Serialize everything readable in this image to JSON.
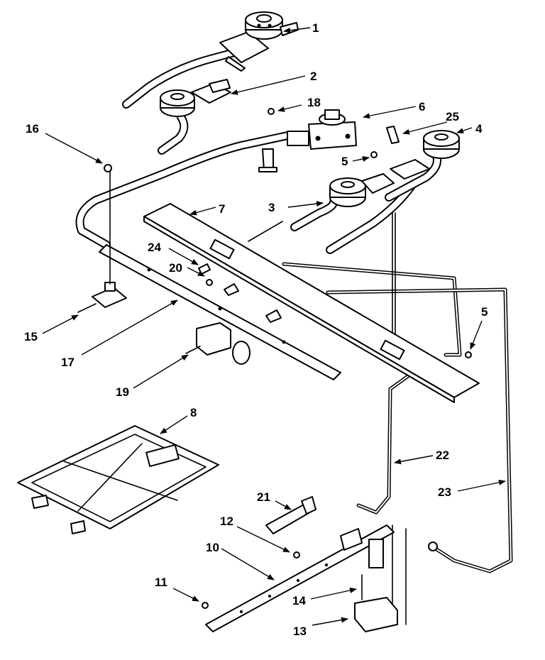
{
  "callouts": [
    {
      "id": "c1",
      "text": "1"
    },
    {
      "id": "c2",
      "text": "2"
    },
    {
      "id": "c3",
      "text": "3"
    },
    {
      "id": "c4",
      "text": "4"
    },
    {
      "id": "c5a",
      "text": "5"
    },
    {
      "id": "c5b",
      "text": "5"
    },
    {
      "id": "c6",
      "text": "6"
    },
    {
      "id": "c7",
      "text": "7"
    },
    {
      "id": "c8",
      "text": "8"
    },
    {
      "id": "c10",
      "text": "10"
    },
    {
      "id": "c11",
      "text": "11"
    },
    {
      "id": "c12",
      "text": "12"
    },
    {
      "id": "c13",
      "text": "13"
    },
    {
      "id": "c14",
      "text": "14"
    },
    {
      "id": "c15",
      "text": "15"
    },
    {
      "id": "c16",
      "text": "16"
    },
    {
      "id": "c17",
      "text": "17"
    },
    {
      "id": "c18",
      "text": "18"
    },
    {
      "id": "c19",
      "text": "19"
    },
    {
      "id": "c20",
      "text": "20"
    },
    {
      "id": "c21",
      "text": "21"
    },
    {
      "id": "c22",
      "text": "22"
    },
    {
      "id": "c23",
      "text": "23"
    },
    {
      "id": "c24",
      "text": "24"
    },
    {
      "id": "c25",
      "text": "25"
    }
  ]
}
